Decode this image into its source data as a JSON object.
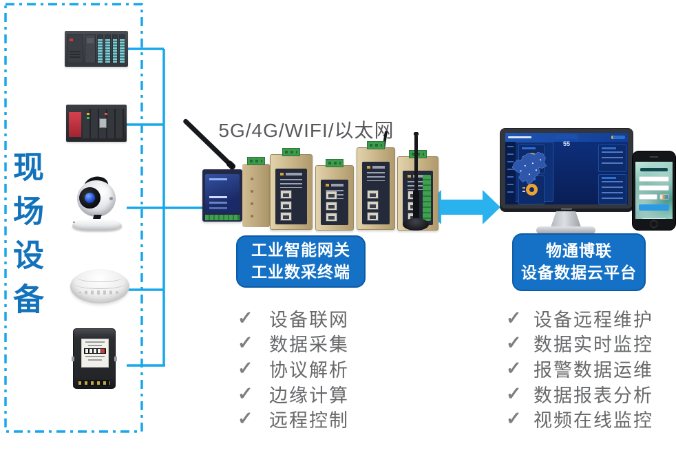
{
  "canvas": {
    "background": "#ffffff"
  },
  "field_box": {
    "label": "现场设备"
  },
  "network_label": "5G/4G/WIFI/以太网",
  "gateway": {
    "badge_line1": "工业智能网关",
    "badge_line2": "工业数采终端",
    "features": [
      "设备联网",
      "数据采集",
      "协议解析",
      "边缘计算",
      "远程控制"
    ]
  },
  "cloud": {
    "badge_line1": "物通博联",
    "badge_line2": "设备数据云平台",
    "features": [
      "设备远程维护",
      "数据实时监控",
      "报警数据运维",
      "数据报表分析",
      "视频在线监控"
    ]
  },
  "checkmark": "✓",
  "monitor": {
    "stat_value": "55"
  },
  "colors": {
    "line_blue": "#18a7ea",
    "arrow_blue": "#29b2ee",
    "badge_blue": "#1471c5",
    "field_text_blue": "#1272bc",
    "network_text_gray": "#57585c",
    "list_text_gray": "#68696b"
  }
}
